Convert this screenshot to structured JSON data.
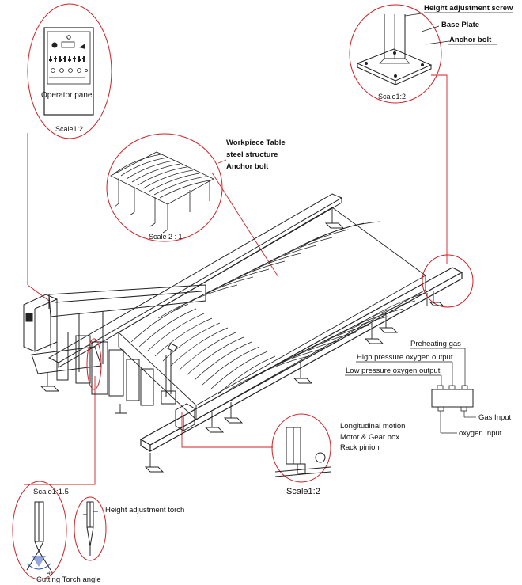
{
  "labels": {
    "height_adjustment_screw": "Height adjustment screw",
    "base_plate": "Base Plate",
    "anchor_bolt_top": "Anchor bolt",
    "operator_panel": "Operator panel",
    "scale_operator": "Scale1:2",
    "scale_base": "Scale1:2",
    "workpiece_table": "Workpiece Table",
    "steel_structure": "steel structure",
    "anchor_bolt_table": "Anchor bolt",
    "scale_table": "Scale 2 : 1",
    "preheating_gas": "Preheating gas",
    "high_pressure_oxygen": "High pressure oxygen output",
    "low_pressure_oxygen": "Low pressure oxygen output",
    "gas_input": "Gas Input",
    "oxygen_input": "oxygen Input",
    "longitudinal_motion": "Longitudinal motion",
    "motor_gear_box": "Motor & Gear box",
    "rack_pinion": "Rack pinion",
    "scale_motor": "Scale1:2",
    "scale_torch": "Scale1:1.5",
    "height_adjustment_torch": "Height adjustment torch",
    "cutting_torch_angle": "Cutting Torch angle",
    "angle_value": "45°"
  },
  "colors": {
    "callout": "#d21f24",
    "line": "#222222",
    "text": "#111111"
  }
}
